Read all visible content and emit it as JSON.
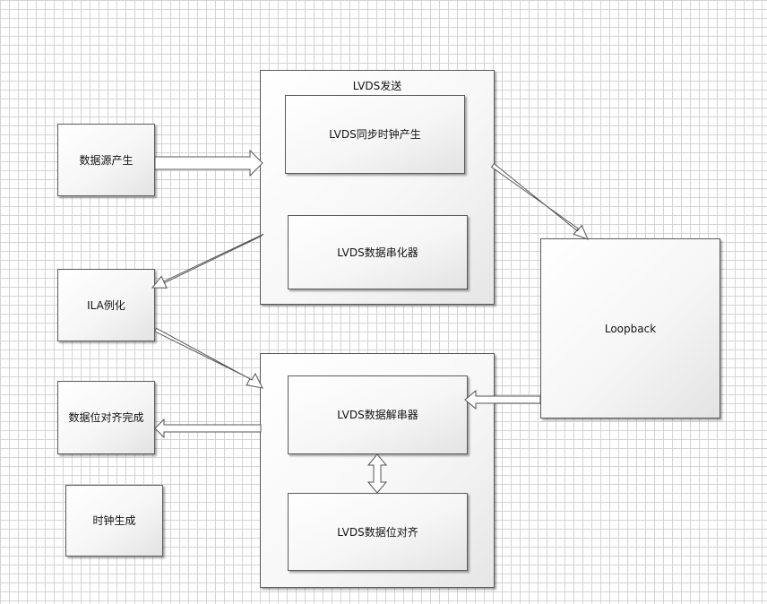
{
  "blocks": {
    "data_source": "数据源产生",
    "ila": "ILA例化",
    "bit_align_done": "数据位对齐完成",
    "clock_gen": "时钟生成",
    "lvds_tx": {
      "title": "LVDS发送",
      "sync_clock": "LVDS同步时钟产生",
      "serializer": "LVDS数据串化器"
    },
    "lvds_rx": {
      "deserializer": "LVDS数据解串器",
      "bit_align": "LVDS数据位对齐"
    },
    "loopback": "Loopback"
  }
}
